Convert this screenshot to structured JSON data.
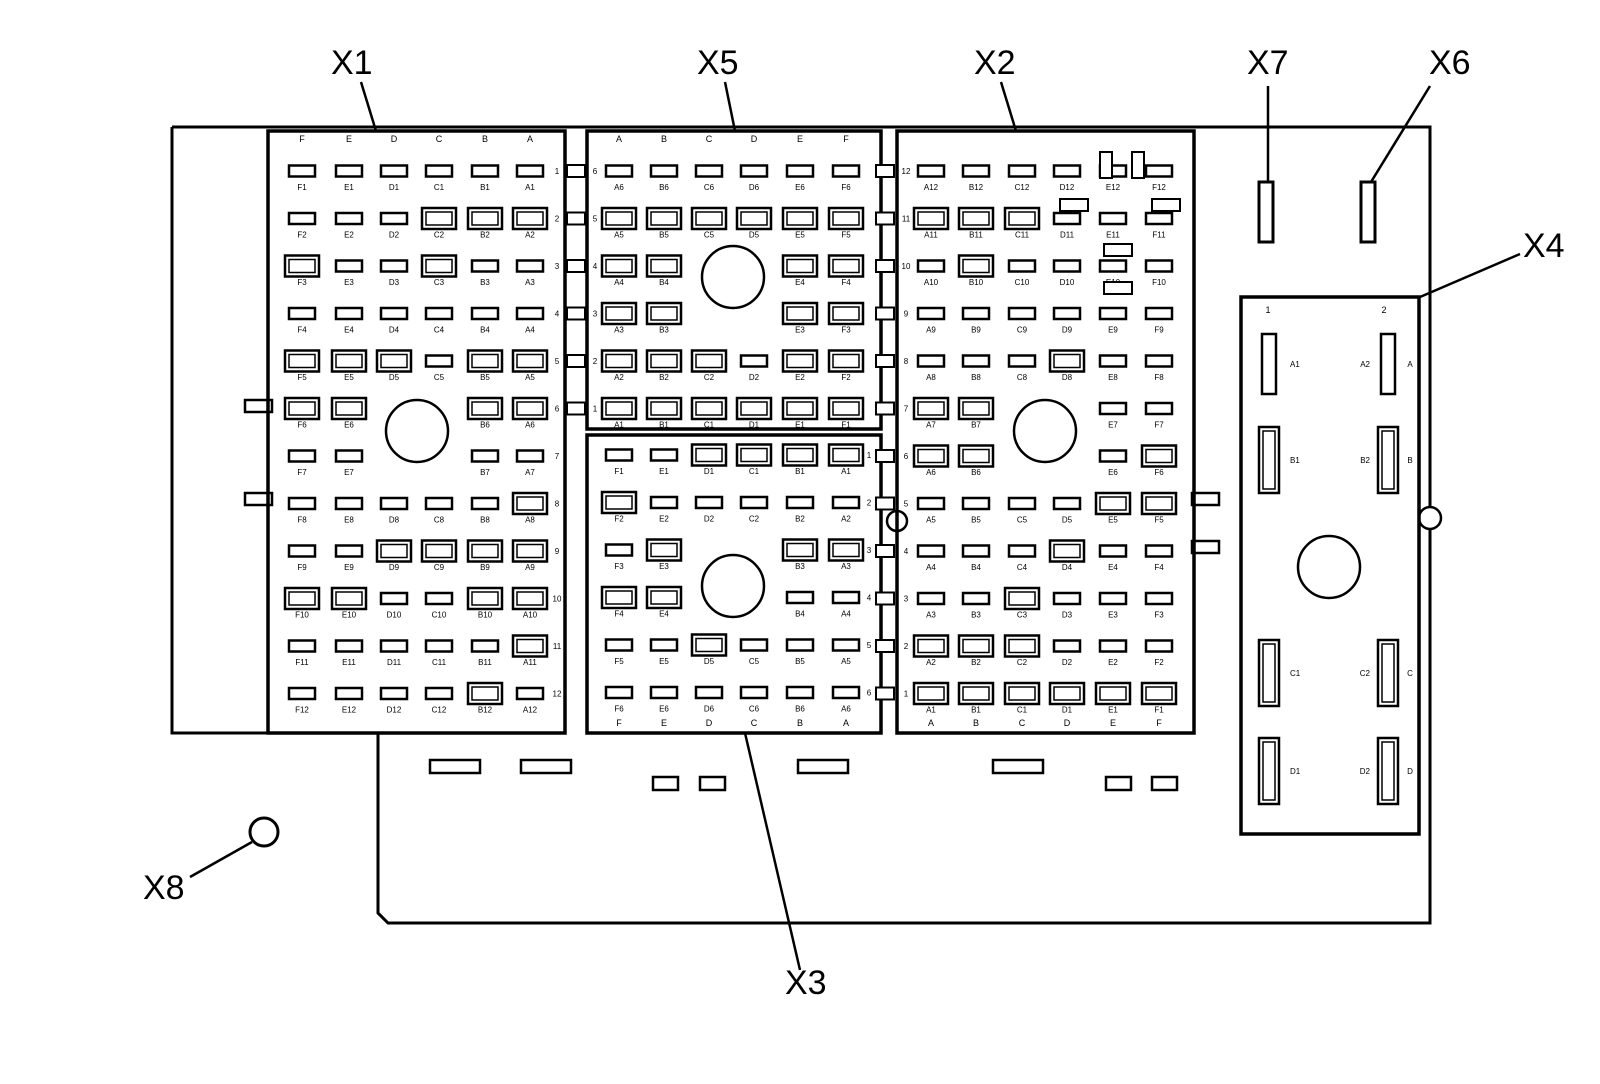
{
  "connectors": {
    "X1": {
      "label": "X1",
      "columns": [
        "F",
        "E",
        "D",
        "C",
        "B",
        "A"
      ],
      "rows": [
        "1",
        "2",
        "3",
        "4",
        "5",
        "6",
        "7",
        "8",
        "9",
        "10",
        "11",
        "12"
      ],
      "large_terminals": [
        "C2",
        "B2",
        "A2",
        "F3",
        "C3",
        "F5",
        "E5",
        "D5",
        "B5",
        "A5",
        "F6",
        "E6",
        "B6",
        "A6",
        "A8",
        "D9",
        "C9",
        "B9",
        "A9",
        "F10",
        "E10",
        "B10",
        "A10",
        "A11",
        "B12"
      ],
      "empty_cells": [
        "D6",
        "C6",
        "D7",
        "C7"
      ]
    },
    "X5": {
      "label": "X5",
      "columns": [
        "A",
        "B",
        "C",
        "D",
        "E",
        "F"
      ],
      "rows": [
        "6",
        "5",
        "4",
        "3",
        "2",
        "1"
      ],
      "large_terminals": [
        "A5",
        "B5",
        "C5",
        "D5",
        "E5",
        "F5",
        "A4",
        "B4",
        "E4",
        "F4",
        "A3",
        "B3",
        "E3",
        "F3",
        "A2",
        "B2",
        "C2",
        "E2",
        "F2",
        "A1",
        "B1",
        "C1",
        "D1",
        "E1",
        "F1"
      ],
      "empty_cells": [
        "C4",
        "D4",
        "C3",
        "D3"
      ]
    },
    "X3": {
      "label": "X3",
      "columns_top": [
        "F",
        "E",
        "D",
        "C",
        "B",
        "A"
      ],
      "columns_bottom": [
        "F",
        "E",
        "D",
        "C",
        "B",
        "A"
      ],
      "rows": [
        "1",
        "2",
        "3",
        "4",
        "5",
        "6"
      ],
      "large_terminals": [
        "D1",
        "C1",
        "B1",
        "A1",
        "F2",
        "E3",
        "B3",
        "A3",
        "F4",
        "E4",
        "D5"
      ],
      "empty_cells": [
        "D3",
        "C3",
        "D4",
        "C4"
      ]
    },
    "X2": {
      "label": "X2",
      "columns": [
        "A",
        "B",
        "C",
        "D",
        "E",
        "F"
      ],
      "rows": [
        "12",
        "11",
        "10",
        "9",
        "8",
        "7",
        "6",
        "5",
        "4",
        "3",
        "2",
        "1"
      ],
      "large_terminals": [
        "A11",
        "B11",
        "C11",
        "B10",
        "D8",
        "A7",
        "B7",
        "A6",
        "B6",
        "F6",
        "E5",
        "F5",
        "D4",
        "C3",
        "A2",
        "B2",
        "C2",
        "A1",
        "B1",
        "C1",
        "D1",
        "E1",
        "F1"
      ],
      "empty_cells": [
        "C7",
        "D7",
        "C6",
        "D6"
      ]
    },
    "X4": {
      "label": "X4",
      "column_headers": [
        "1",
        "2"
      ],
      "row_letters": [
        "A",
        "B",
        "C",
        "D"
      ],
      "terminals": [
        {
          "left": "A1",
          "right": "A2"
        },
        {
          "left": "B1",
          "right": "B2"
        },
        {
          "left": "C1",
          "right": "C2"
        },
        {
          "left": "D1",
          "right": "D2"
        }
      ]
    },
    "X6": {
      "label": "X6"
    },
    "X7": {
      "label": "X7"
    },
    "X8": {
      "label": "X8"
    }
  }
}
